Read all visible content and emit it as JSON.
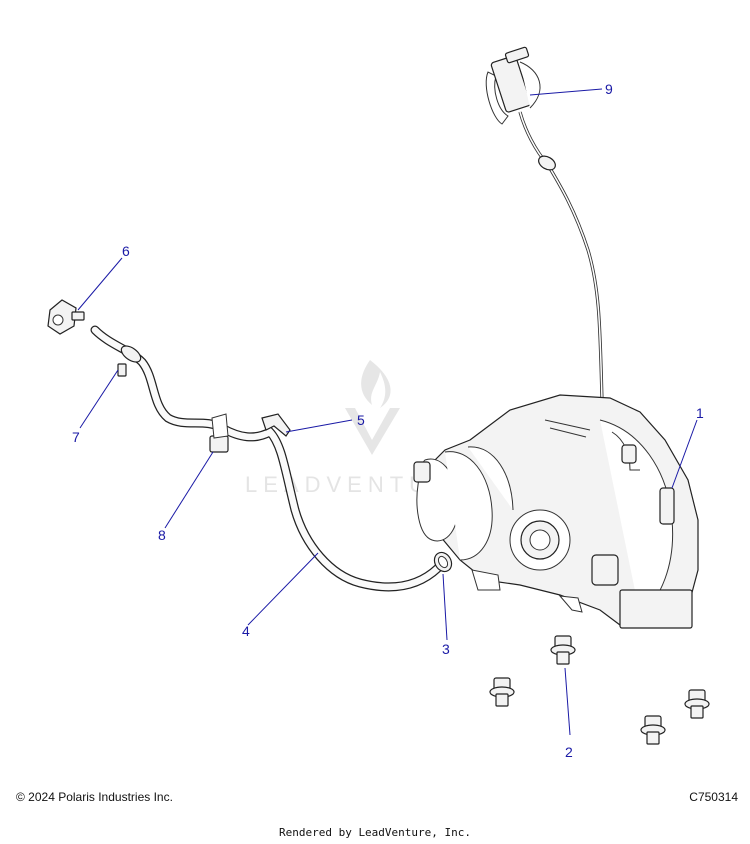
{
  "callouts": [
    {
      "id": "1",
      "label": "1"
    },
    {
      "id": "2",
      "label": "2"
    },
    {
      "id": "3",
      "label": "3"
    },
    {
      "id": "4",
      "label": "4"
    },
    {
      "id": "5",
      "label": "5"
    },
    {
      "id": "6",
      "label": "6"
    },
    {
      "id": "7",
      "label": "7"
    },
    {
      "id": "8",
      "label": "8"
    },
    {
      "id": "9",
      "label": "9"
    }
  ],
  "watermark": "LEADVENTURE",
  "footer": {
    "copyright": "© 2024 Polaris Industries Inc.",
    "part_code": "C750314",
    "rendered_by": "Rendered by LeadVenture, Inc."
  },
  "colors": {
    "callout": "#1a1aa6",
    "line_art": "#222222",
    "watermark": "#e4e4e4"
  }
}
